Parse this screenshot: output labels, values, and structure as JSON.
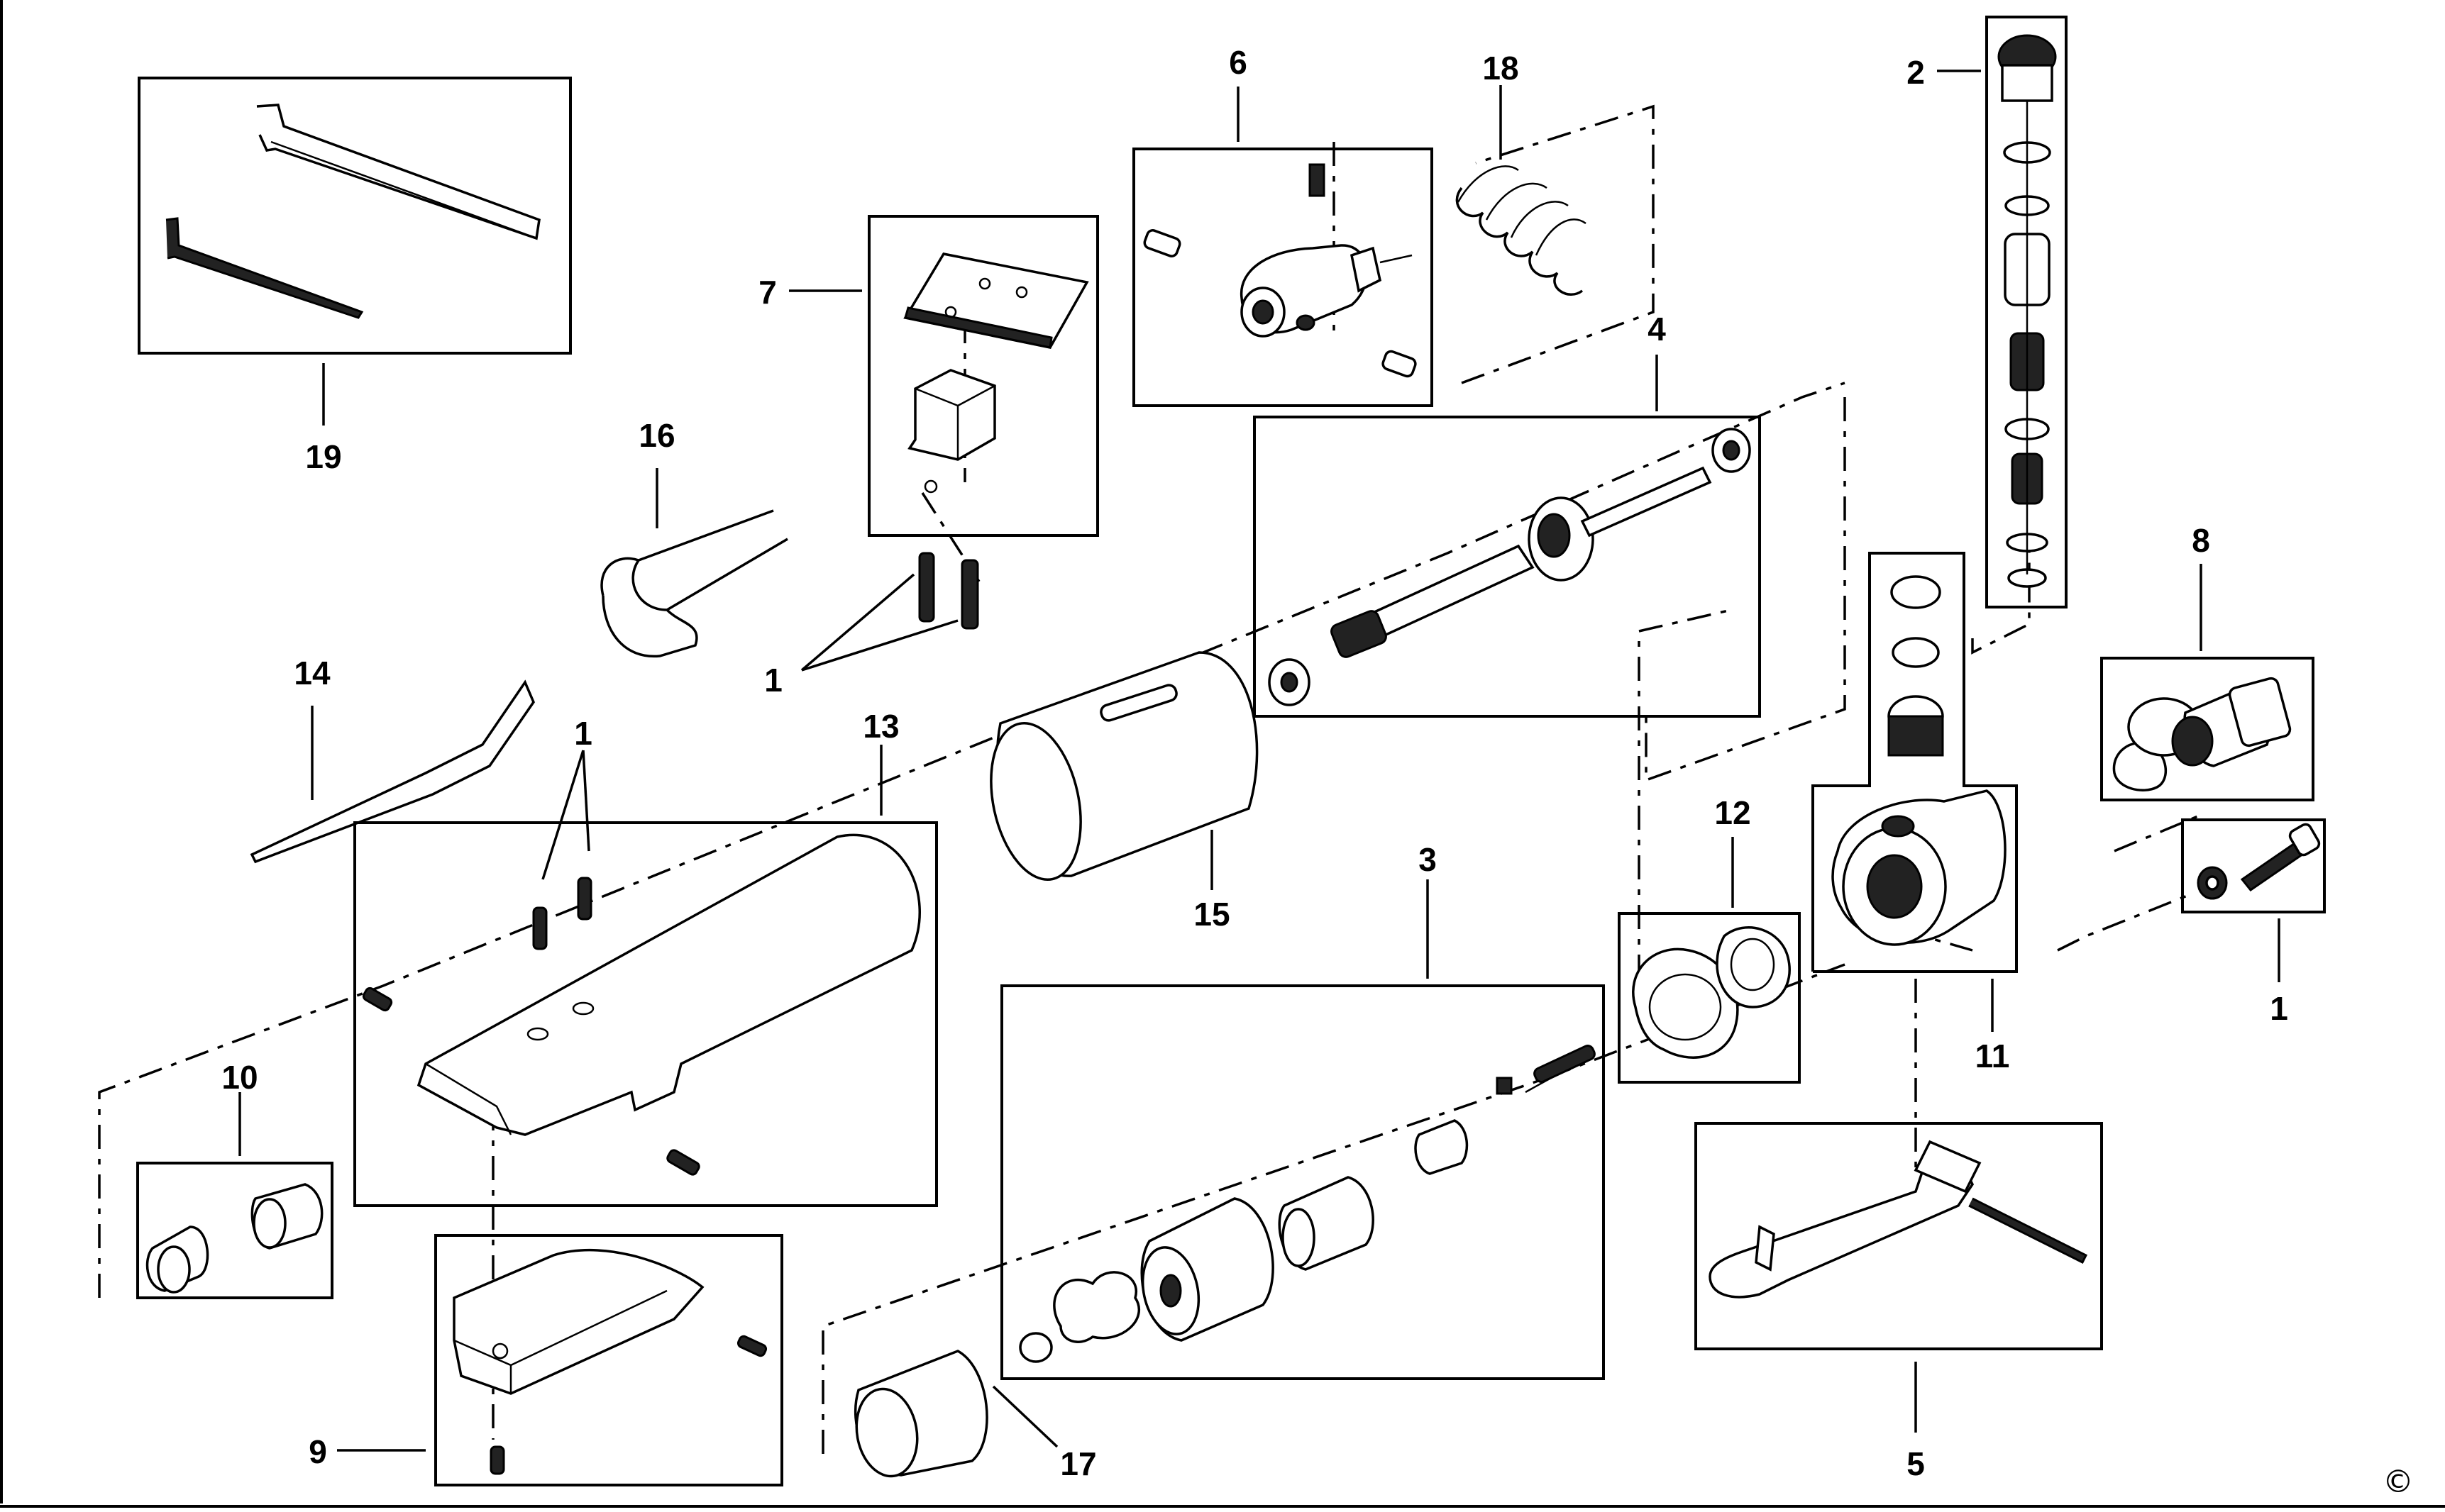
{
  "callouts": {
    "c1_top": "1",
    "c1_mid": "1",
    "c1_right": "1",
    "c2": "2",
    "c3": "3",
    "c4": "4",
    "c5": "5",
    "c6": "6",
    "c7": "7",
    "c8": "8",
    "c9": "9",
    "c10": "10",
    "c11": "11",
    "c12": "12",
    "c13": "13",
    "c14": "14",
    "c15": "15",
    "c16": "16",
    "c17": "17",
    "c18": "18",
    "c19": "19"
  },
  "copyright_symbol": "©",
  "colors": {
    "ink": "#000000",
    "paper": "#ffffff"
  }
}
